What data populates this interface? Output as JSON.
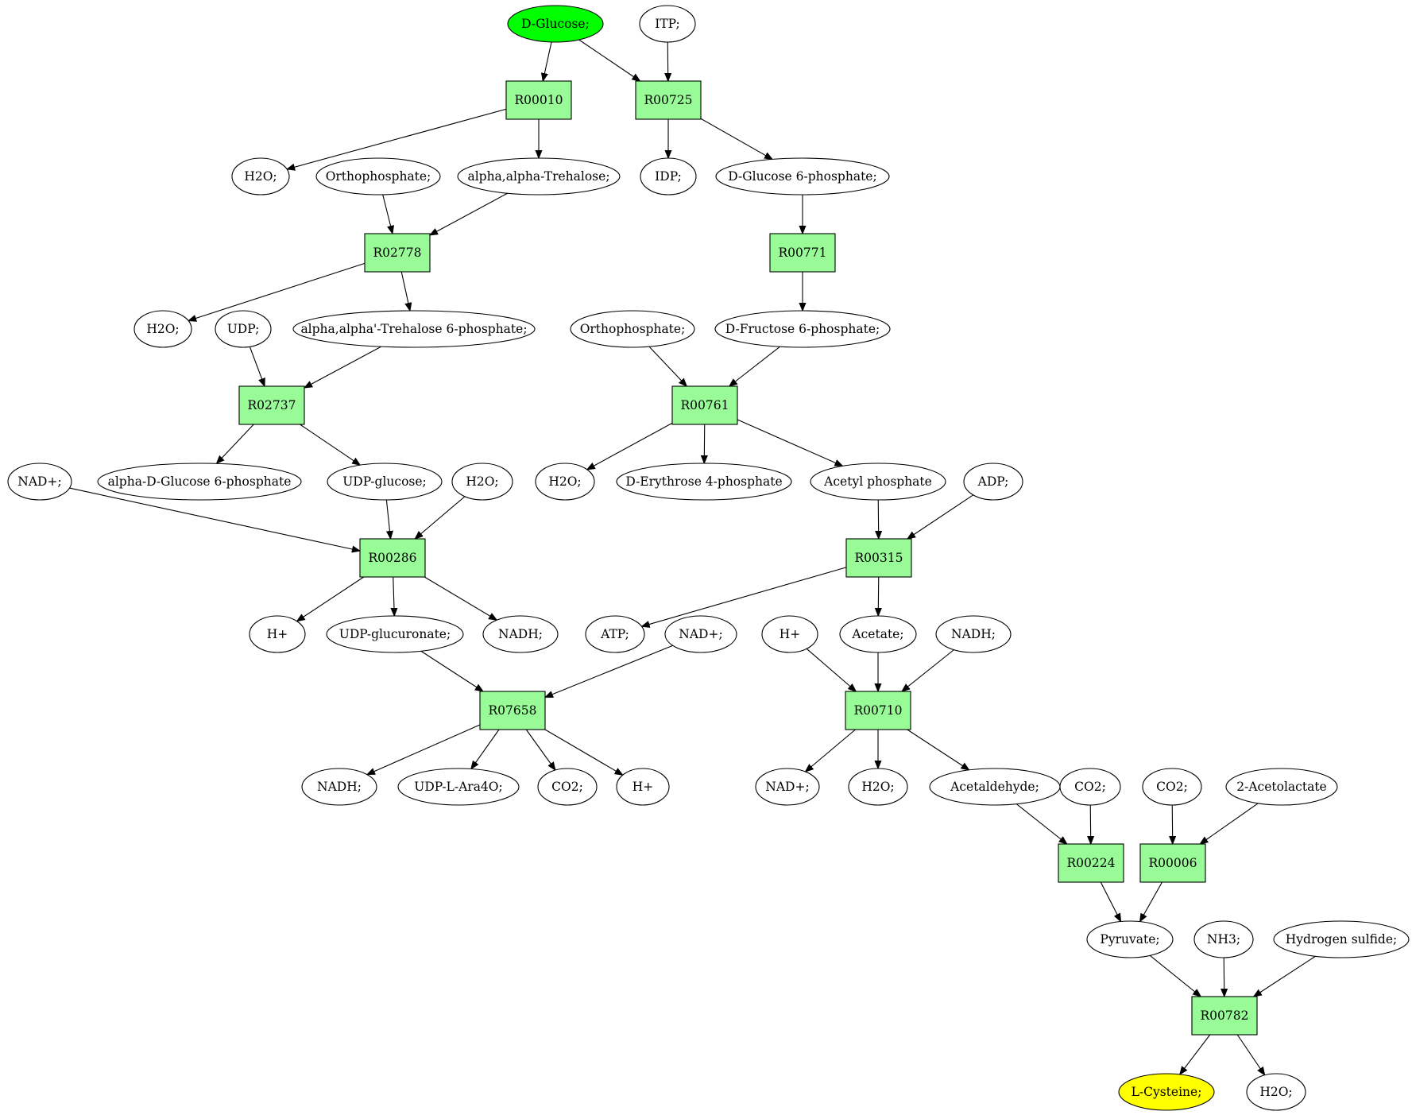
{
  "colors": {
    "reaction_fill": "#98fb98",
    "source_fill": "#00ff00",
    "target_fill": "#ffff00",
    "compound_fill": "#ffffff"
  },
  "nodes": {
    "c_dglucose": {
      "label": "D-Glucose;",
      "kind": "compound",
      "role": "source"
    },
    "c_itp": {
      "label": "ITP;",
      "kind": "compound"
    },
    "r_R00010": {
      "label": "R00010",
      "kind": "reaction"
    },
    "r_R00725": {
      "label": "R00725",
      "kind": "reaction"
    },
    "c_h2o_1": {
      "label": "H2O;",
      "kind": "compound"
    },
    "c_ortho_1": {
      "label": "Orthophosphate;",
      "kind": "compound"
    },
    "c_trehalose": {
      "label": "alpha,alpha-Trehalose;",
      "kind": "compound"
    },
    "c_idp": {
      "label": "IDP;",
      "kind": "compound"
    },
    "c_g6p": {
      "label": "D-Glucose 6-phosphate;",
      "kind": "compound"
    },
    "r_R02778": {
      "label": "R02778",
      "kind": "reaction"
    },
    "r_R00771": {
      "label": "R00771",
      "kind": "reaction"
    },
    "c_h2o_2": {
      "label": "H2O;",
      "kind": "compound"
    },
    "c_udp": {
      "label": "UDP;",
      "kind": "compound"
    },
    "c_t6p": {
      "label": "alpha,alpha'-Trehalose 6-phosphate;",
      "kind": "compound"
    },
    "c_ortho_2": {
      "label": "Orthophosphate;",
      "kind": "compound"
    },
    "c_f6p": {
      "label": "D-Fructose 6-phosphate;",
      "kind": "compound"
    },
    "r_R02737": {
      "label": "R02737",
      "kind": "reaction"
    },
    "r_R00761": {
      "label": "R00761",
      "kind": "reaction"
    },
    "c_nadp_1": {
      "label": "NAD+;",
      "kind": "compound"
    },
    "c_adg6p": {
      "label": "alpha-D-Glucose 6-phosphate",
      "kind": "compound"
    },
    "c_udpglc": {
      "label": "UDP-glucose;",
      "kind": "compound"
    },
    "c_h2o_3": {
      "label": "H2O;",
      "kind": "compound"
    },
    "c_h2o_4": {
      "label": "H2O;",
      "kind": "compound"
    },
    "c_e4p": {
      "label": "D-Erythrose 4-phosphate",
      "kind": "compound"
    },
    "c_acp": {
      "label": "Acetyl phosphate",
      "kind": "compound"
    },
    "c_adp": {
      "label": "ADP;",
      "kind": "compound"
    },
    "r_R00286": {
      "label": "R00286",
      "kind": "reaction"
    },
    "r_R00315": {
      "label": "R00315",
      "kind": "reaction"
    },
    "c_hplus_1": {
      "label": "H+",
      "kind": "compound"
    },
    "c_udpgla": {
      "label": "UDP-glucuronate;",
      "kind": "compound"
    },
    "c_nadh_1": {
      "label": "NADH;",
      "kind": "compound"
    },
    "c_atp": {
      "label": "ATP;",
      "kind": "compound"
    },
    "c_nadp_2": {
      "label": "NAD+;",
      "kind": "compound"
    },
    "c_hplus_2": {
      "label": "H+",
      "kind": "compound"
    },
    "c_acetate": {
      "label": "Acetate;",
      "kind": "compound"
    },
    "c_nadh_2": {
      "label": "NADH;",
      "kind": "compound"
    },
    "r_R07658": {
      "label": "R07658",
      "kind": "reaction"
    },
    "r_R00710": {
      "label": "R00710",
      "kind": "reaction"
    },
    "c_nadh_3": {
      "label": "NADH;",
      "kind": "compound"
    },
    "c_udpara": {
      "label": "UDP-L-Ara4O;",
      "kind": "compound"
    },
    "c_co2_1": {
      "label": "CO2;",
      "kind": "compound"
    },
    "c_hplus_3": {
      "label": "H+",
      "kind": "compound"
    },
    "c_nadp_3": {
      "label": "NAD+;",
      "kind": "compound"
    },
    "c_h2o_5": {
      "label": "H2O;",
      "kind": "compound"
    },
    "c_acald": {
      "label": "Acetaldehyde;",
      "kind": "compound"
    },
    "c_co2_2": {
      "label": "CO2;",
      "kind": "compound"
    },
    "c_co2_3": {
      "label": "CO2;",
      "kind": "compound"
    },
    "c_acetolac": {
      "label": "2-Acetolactate",
      "kind": "compound"
    },
    "r_R00224": {
      "label": "R00224",
      "kind": "reaction"
    },
    "r_R00006": {
      "label": "R00006",
      "kind": "reaction"
    },
    "c_pyruvate": {
      "label": "Pyruvate;",
      "kind": "compound"
    },
    "c_nh3": {
      "label": "NH3;",
      "kind": "compound"
    },
    "c_h2s": {
      "label": "Hydrogen sulfide;",
      "kind": "compound"
    },
    "r_R00782": {
      "label": "R00782",
      "kind": "reaction"
    },
    "c_lcys": {
      "label": "L-Cysteine;",
      "kind": "compound",
      "role": "target"
    },
    "c_h2o_6": {
      "label": "H2O;",
      "kind": "compound"
    }
  },
  "edges": [
    [
      "c_dglucose",
      "r_R00010"
    ],
    [
      "c_dglucose",
      "r_R00725"
    ],
    [
      "c_itp",
      "r_R00725"
    ],
    [
      "r_R00010",
      "c_h2o_1"
    ],
    [
      "r_R00010",
      "c_trehalose"
    ],
    [
      "r_R00725",
      "c_idp"
    ],
    [
      "r_R00725",
      "c_g6p"
    ],
    [
      "c_ortho_1",
      "r_R02778"
    ],
    [
      "c_trehalose",
      "r_R02778"
    ],
    [
      "c_g6p",
      "r_R00771"
    ],
    [
      "r_R02778",
      "c_h2o_2"
    ],
    [
      "r_R02778",
      "c_t6p"
    ],
    [
      "r_R00771",
      "c_f6p"
    ],
    [
      "c_udp",
      "r_R02737"
    ],
    [
      "c_t6p",
      "r_R02737"
    ],
    [
      "c_ortho_2",
      "r_R00761"
    ],
    [
      "c_f6p",
      "r_R00761"
    ],
    [
      "r_R02737",
      "c_adg6p"
    ],
    [
      "r_R02737",
      "c_udpglc"
    ],
    [
      "r_R00761",
      "c_h2o_4"
    ],
    [
      "r_R00761",
      "c_e4p"
    ],
    [
      "r_R00761",
      "c_acp"
    ],
    [
      "c_nadp_1",
      "r_R00286"
    ],
    [
      "c_udpglc",
      "r_R00286"
    ],
    [
      "c_h2o_3",
      "r_R00286"
    ],
    [
      "c_acp",
      "r_R00315"
    ],
    [
      "c_adp",
      "r_R00315"
    ],
    [
      "r_R00286",
      "c_hplus_1"
    ],
    [
      "r_R00286",
      "c_udpgla"
    ],
    [
      "r_R00286",
      "c_nadh_1"
    ],
    [
      "r_R00315",
      "c_atp"
    ],
    [
      "r_R00315",
      "c_acetate"
    ],
    [
      "c_udpgla",
      "r_R07658"
    ],
    [
      "c_nadp_2",
      "r_R07658"
    ],
    [
      "c_hplus_2",
      "r_R00710"
    ],
    [
      "c_acetate",
      "r_R00710"
    ],
    [
      "c_nadh_2",
      "r_R00710"
    ],
    [
      "r_R07658",
      "c_nadh_3"
    ],
    [
      "r_R07658",
      "c_udpara"
    ],
    [
      "r_R07658",
      "c_co2_1"
    ],
    [
      "r_R07658",
      "c_hplus_3"
    ],
    [
      "r_R00710",
      "c_nadp_3"
    ],
    [
      "r_R00710",
      "c_h2o_5"
    ],
    [
      "r_R00710",
      "c_acald"
    ],
    [
      "c_acald",
      "r_R00224"
    ],
    [
      "c_co2_2",
      "r_R00224"
    ],
    [
      "c_co2_3",
      "r_R00006"
    ],
    [
      "c_acetolac",
      "r_R00006"
    ],
    [
      "r_R00224",
      "c_pyruvate"
    ],
    [
      "r_R00006",
      "c_pyruvate"
    ],
    [
      "c_pyruvate",
      "r_R00782"
    ],
    [
      "c_nh3",
      "r_R00782"
    ],
    [
      "c_h2s",
      "r_R00782"
    ],
    [
      "r_R00782",
      "c_lcys"
    ],
    [
      "r_R00782",
      "c_h2o_6"
    ]
  ]
}
